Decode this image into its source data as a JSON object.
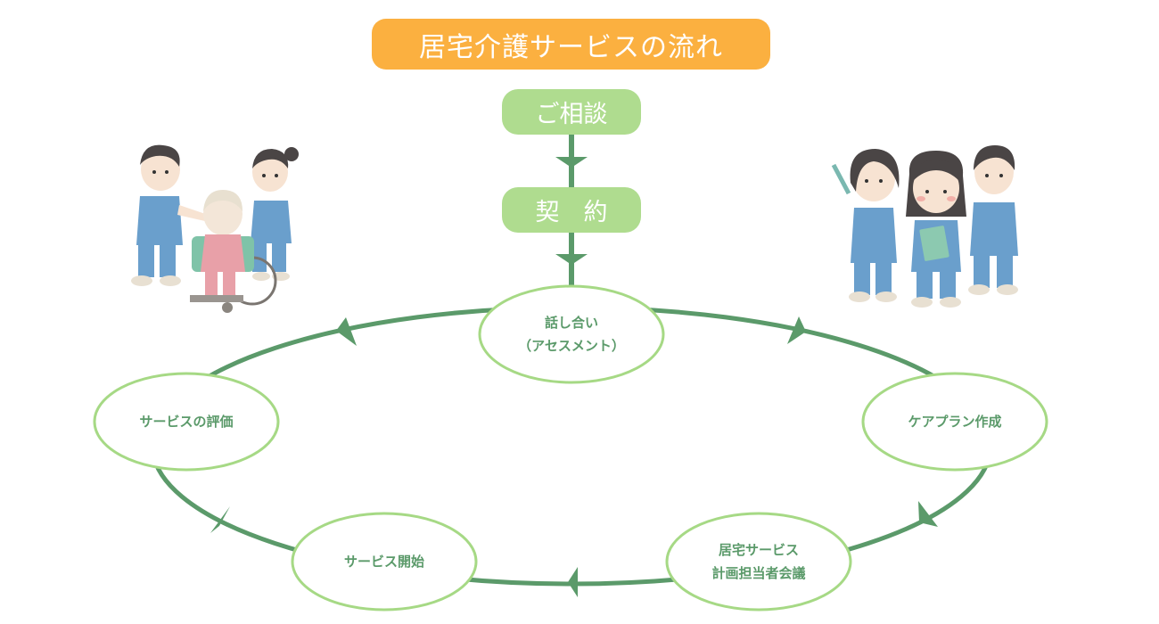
{
  "title": "居宅介護サービスの流れ",
  "intro_steps": [
    {
      "label": "ご相談"
    },
    {
      "label": "契　約"
    }
  ],
  "cycle_nodes": [
    {
      "id": "assessment",
      "label": "話し合い\n（アセスメント）"
    },
    {
      "id": "care-plan",
      "label": "ケアプラン作成"
    },
    {
      "id": "meeting",
      "label": "居宅サービス\n計画担当者会議"
    },
    {
      "id": "service-start",
      "label": "サービス開始"
    },
    {
      "id": "evaluation",
      "label": "サービスの評価"
    }
  ],
  "cycle_direction": "clockwise",
  "illustrations": [
    {
      "name": "caregivers-with-wheelchair-illustration",
      "description": "two caregivers assisting an elderly woman in a wheelchair"
    },
    {
      "name": "medical-staff-group-illustration",
      "description": "three medical staff in blue scrubs, one holding a syringe, one holding a clipboard"
    }
  ],
  "colors": {
    "title_bg": "#fbb040",
    "pill_bg": "#afdc8f",
    "node_border": "#a6d985",
    "connector": "#5b9a6a",
    "node_text": "#5b9a6a"
  }
}
